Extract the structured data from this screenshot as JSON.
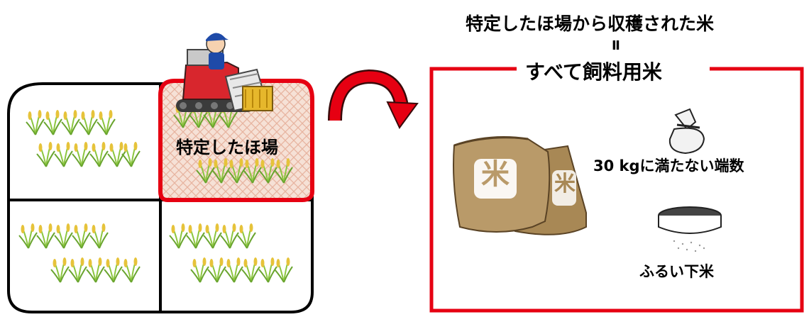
{
  "field": {
    "highlighted_label": "特定したほ場"
  },
  "heading": {
    "line1": "特定したほ場から収穫された米",
    "equals": "Ⅱ"
  },
  "box": {
    "title": "すべて飼料用米",
    "item1_label": "30 kgに満たない端数",
    "item2_label": "ふるい下米"
  },
  "bag_glyph": "米",
  "colors": {
    "red": "#e60012",
    "black": "#000000",
    "bag": "#b99a69",
    "rice_stalk": "#8cc63f",
    "rice_grain": "#e6c33a"
  }
}
